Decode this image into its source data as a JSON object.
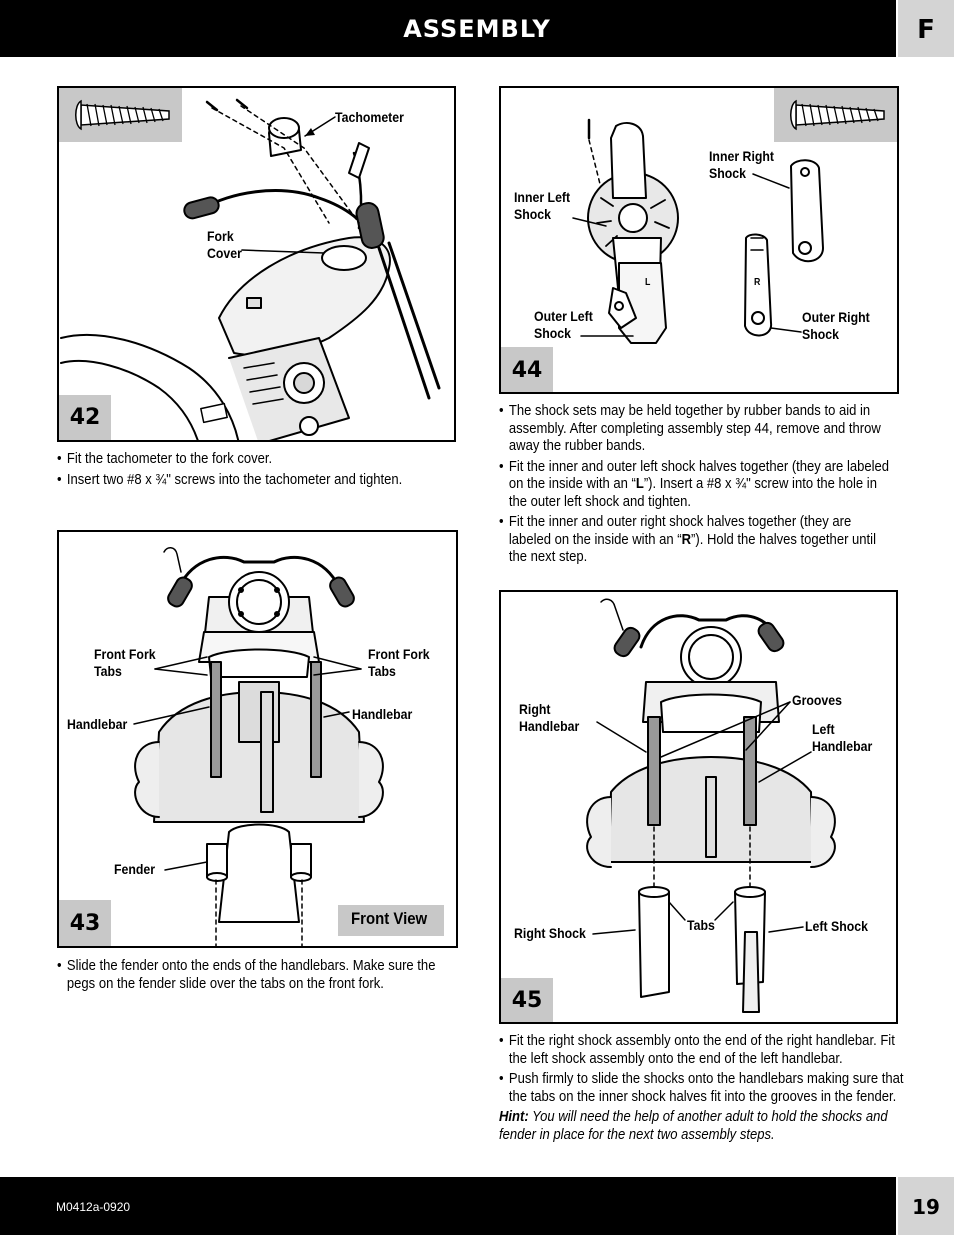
{
  "header": {
    "title": "ASSEMBLY",
    "section": "F"
  },
  "footer": {
    "code": "M0412a-0920",
    "page": "19"
  },
  "steps": [
    {
      "number": "42",
      "labels": {
        "tachometer": "Tachometer",
        "fork_cover": "Fork\nCover"
      },
      "bullets": [
        "Fit the tachometer to the fork cover.",
        "Insert two #8 x ¾\" screws into the tachometer and tighten."
      ]
    },
    {
      "number": "43",
      "labels": {
        "front_fork_tabs_left": "Front Fork\nTabs",
        "front_fork_tabs_right": "Front Fork\nTabs",
        "handlebar_left": "Handlebar",
        "handlebar_right": "Handlebar",
        "fender": "Fender",
        "front_view": "Front View"
      },
      "bullets": [
        "Slide the fender onto the ends of the handlebars. Make sure the pegs on the fender slide over the tabs on the front fork."
      ]
    },
    {
      "number": "44",
      "labels": {
        "inner_left_shock": "Inner Left\nShock",
        "inner_right_shock": "Inner Right\nShock",
        "outer_left_shock": "Outer Left\nShock",
        "outer_right_shock": "Outer Right\nShock",
        "mark_l": "L",
        "mark_r": "R"
      },
      "bullets": [
        {
          "pre": "The shock sets may be held together by rubber bands to aid in assembly. After completing assembly step 44, remove and throw away the rubber bands.",
          "bold": "",
          "post": ""
        },
        {
          "pre": "Fit the inner and outer left shock halves together (they are labeled on the inside with an “",
          "bold": "L",
          "post": "”). Insert a #8 x ¾\" screw into the hole in the outer left shock and tighten."
        },
        {
          "pre": "Fit the inner and outer right shock halves together (they are labeled on the inside with an “",
          "bold": "R",
          "post": "”). Hold the halves together until the next step."
        }
      ]
    },
    {
      "number": "45",
      "labels": {
        "right_handlebar": "Right\nHandlebar",
        "grooves": "Grooves",
        "left_handlebar": "Left\nHandlebar",
        "right_shock": "Right Shock",
        "tabs": "Tabs",
        "left_shock": "Left Shock"
      },
      "bullets": [
        "Fit the right shock assembly onto the end of the right handlebar. Fit the left shock assembly onto the end of the left handlebar.",
        "Push firmly to slide the shocks onto the handlebars making sure that the tabs on the inner shock halves fit into the grooves in the fender."
      ],
      "hint_label": "Hint:",
      "hint_text": " You will need the help of another adult to hold the shocks and fender in place for the next two assembly steps."
    }
  ]
}
